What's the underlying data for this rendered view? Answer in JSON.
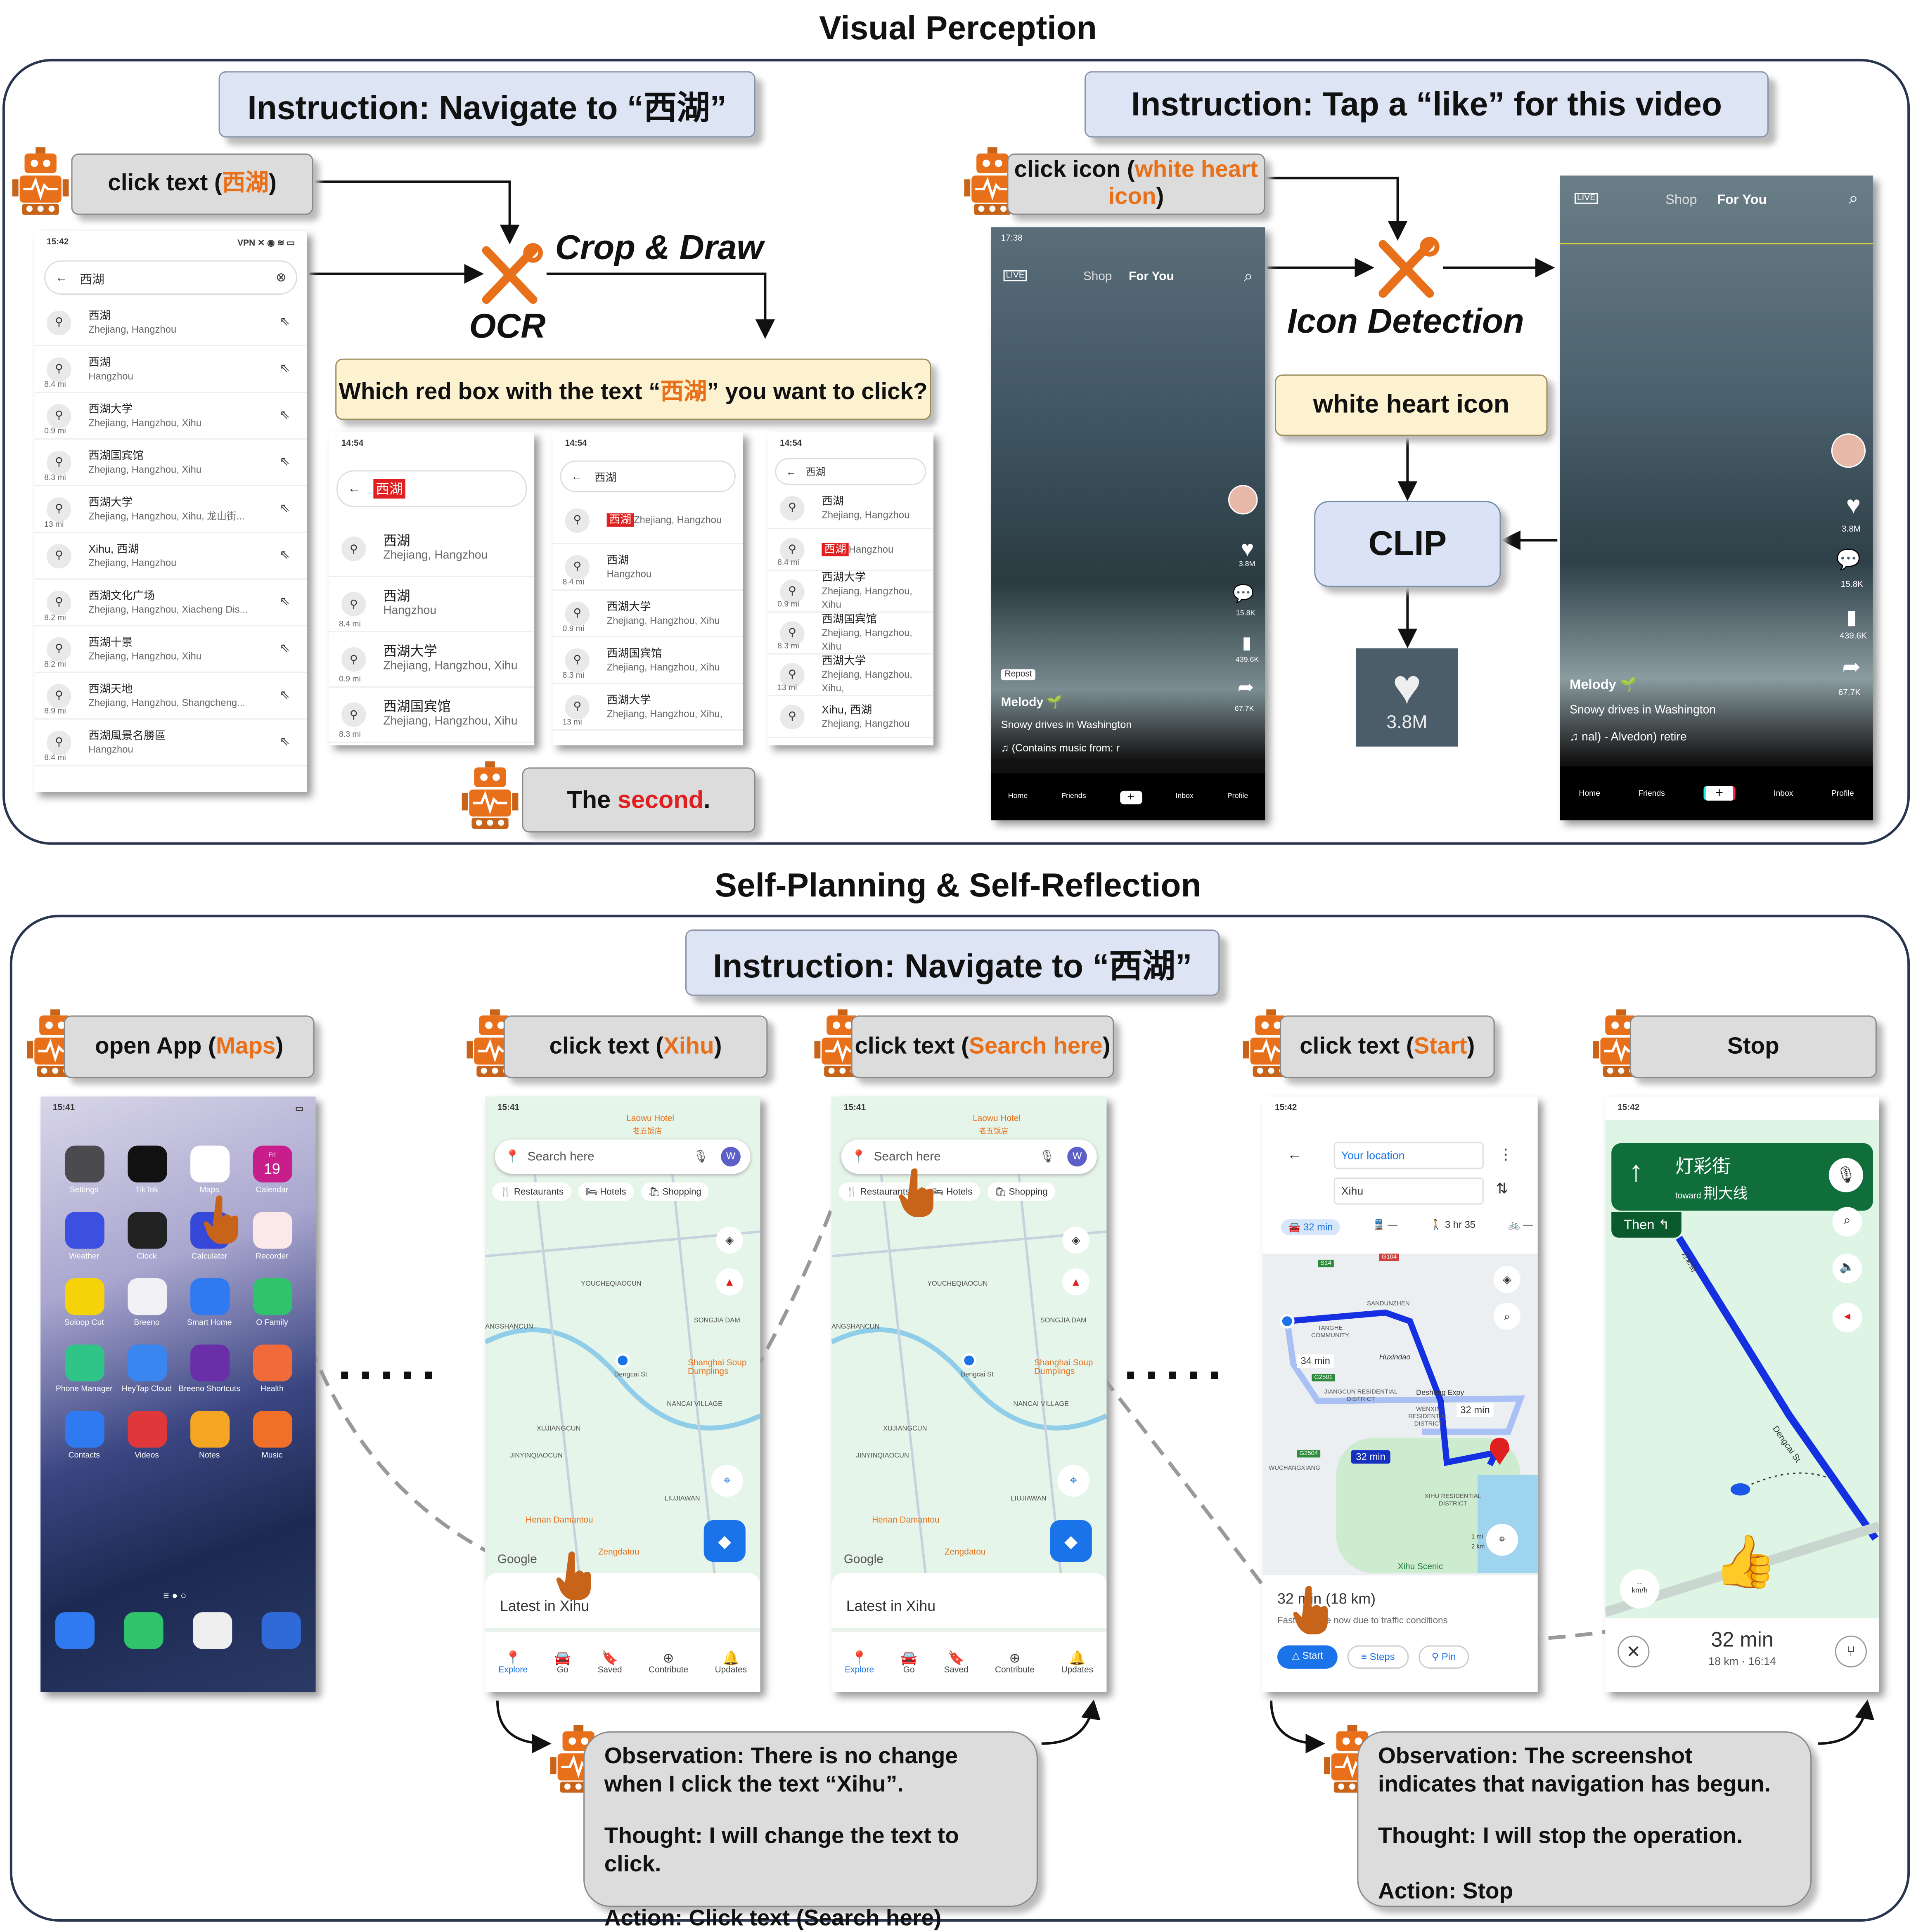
{
  "sections": {
    "top_title": "Visual Perception",
    "bottom_title": "Self-Planning & Self-Reflection"
  },
  "colors": {
    "accent": "#e8701a",
    "highlight_red": "#e02020",
    "instruction_box": "#dde4f3",
    "action_box": "#dcdcdc",
    "tool_box": "#fdf2cf",
    "panel_border": "#2a3550"
  },
  "vp_left": {
    "instruction": "Instruction: Navigate to “西湖”",
    "action_prefix": "click text (",
    "action_target": "西湖",
    "action_suffix": ")",
    "tool_label_top": "Crop & Draw",
    "tool_label_bottom": "OCR",
    "question_prefix": "Which red box with the text “",
    "question_target": "西湖",
    "question_suffix": "” you want to click?",
    "answer_prefix": "The ",
    "answer_target": "second",
    "answer_suffix": ".",
    "screen": {
      "time": "15:42",
      "status": "VPN ✕ ◉ ≋ ▭",
      "query": "西湖",
      "results": [
        {
          "name": "西湖",
          "addr": "Zhejiang, Hangzhou",
          "dist": ""
        },
        {
          "name": "西湖",
          "addr": "Hangzhou",
          "dist": "8.4 mi"
        },
        {
          "name": "西湖大学",
          "addr": "Zhejiang, Hangzhou, Xihu",
          "dist": "0.9 mi"
        },
        {
          "name": "西湖国宾馆",
          "addr": "Zhejiang, Hangzhou, Xihu",
          "dist": "8.3 mi"
        },
        {
          "name": "西湖大学",
          "addr": "Zhejiang, Hangzhou, Xihu, 龙山街...",
          "dist": "13 mi"
        },
        {
          "name": "Xihu, 西湖",
          "addr": "Zhejiang, Hangzhou",
          "dist": ""
        },
        {
          "name": "西湖文化广场",
          "addr": "Zhejiang, Hangzhou, Xiacheng Dis...",
          "dist": "8.2 mi"
        },
        {
          "name": "西湖十景",
          "addr": "Zhejiang, Hangzhou, Xihu",
          "dist": "8.2 mi"
        },
        {
          "name": "西湖天地",
          "addr": "Zhejiang, Hangzhou, Shangcheng...",
          "dist": "8.9 mi"
        },
        {
          "name": "西湖風景名勝區",
          "addr": "Hangzhou",
          "dist": "8.4 mi"
        }
      ]
    },
    "crops": [
      {
        "time": "14:54",
        "query": "西湖",
        "marked": "西湖",
        "results": [
          {
            "name": "西湖",
            "addr": "Zhejiang, Hangzhou",
            "dist": ""
          },
          {
            "name": "西湖",
            "addr": "Hangzhou",
            "dist": "8.4 mi"
          },
          {
            "name": "西湖大学",
            "addr": "Zhejiang, Hangzhou, Xihu",
            "dist": "0.9 mi"
          },
          {
            "name": "西湖国宾馆",
            "addr": "Zhejiang, Hangzhou, Xihu",
            "dist": "8.3 mi"
          }
        ]
      },
      {
        "time": "14:54",
        "query": "西湖",
        "marked": "西湖",
        "results": [
          {
            "name": "西湖",
            "addr": "Zhejiang, Hangzhou",
            "dist": ""
          },
          {
            "name": "西湖",
            "addr": "Hangzhou",
            "dist": "8.4 mi"
          },
          {
            "name": "西湖大学",
            "addr": "Zhejiang, Hangzhou, Xihu",
            "dist": "0.9 mi"
          },
          {
            "name": "西湖国宾馆",
            "addr": "Zhejiang, Hangzhou, Xihu",
            "dist": "8.3 mi"
          },
          {
            "name": "西湖大学",
            "addr": "Zhejiang, Hangzhou, Xihu,",
            "dist": "13 mi"
          }
        ]
      },
      {
        "time": "14:54",
        "query": "西湖",
        "marked": "西湖",
        "results": [
          {
            "name": "西湖",
            "addr": "Zhejiang, Hangzhou",
            "dist": ""
          },
          {
            "name": "西湖",
            "addr": "Hangzhou",
            "dist": "8.4 mi"
          },
          {
            "name": "西湖大学",
            "addr": "Zhejiang, Hangzhou, Xihu",
            "dist": "0.9 mi"
          },
          {
            "name": "西湖国宾馆",
            "addr": "Zhejiang, Hangzhou, Xihu",
            "dist": "8.3 mi"
          },
          {
            "name": "西湖大学",
            "addr": "Zhejiang, Hangzhou, Xihu,",
            "dist": "13 mi"
          },
          {
            "name": "Xihu, 西湖",
            "addr": "Zhejiang, Hangzhou",
            "dist": ""
          }
        ]
      }
    ]
  },
  "vp_right": {
    "instruction": "Instruction: Tap a “like” for this video",
    "action_prefix": "click icon (",
    "action_target": "white heart icon",
    "action_suffix": ")",
    "tool_label": "Icon Detection",
    "detected": "white heart icon",
    "model": "CLIP",
    "crop_count": "3.8M",
    "tiktok": {
      "time": "17:38",
      "tabs": [
        "Shop",
        "For You"
      ],
      "live": "LIVE",
      "repost": "Repost",
      "author": "Melody 🌱",
      "caption": "Snowy drives in Washington",
      "music": "♫ (Contains music from: r",
      "music2": "♫ nal) - Alvedon)   retire",
      "counts": [
        "3.8M",
        "15.8K",
        "439.6K",
        "67.7K"
      ],
      "nav": [
        "Home",
        "Friends",
        "+",
        "Inbox",
        "Profile"
      ]
    }
  },
  "sp": {
    "instruction": "Instruction: Navigate to “西湖”",
    "steps": [
      {
        "prefix": "open App (",
        "target": "Maps",
        "suffix": ")"
      },
      {
        "prefix": "click text (",
        "target": "Xihu",
        "suffix": ")"
      },
      {
        "prefix": "click text (",
        "target": "Search here",
        "suffix": ")"
      },
      {
        "prefix": "click text (",
        "target": "Start",
        "suffix": ")"
      },
      {
        "prefix": "Stop",
        "target": "",
        "suffix": ""
      }
    ],
    "home": {
      "time": "15:41",
      "calendar_day": "Fri",
      "calendar_date": "19",
      "apps": [
        {
          "label": "Settings",
          "color": "#4a4a4f"
        },
        {
          "label": "TikTok",
          "color": "#111"
        },
        {
          "label": "Maps",
          "color": "#fff"
        },
        {
          "label": "Calendar",
          "color": "#c81e8c"
        },
        {
          "label": "Weather",
          "color": "#3d4fe0"
        },
        {
          "label": "Clock",
          "color": "#222"
        },
        {
          "label": "Calculator",
          "color": "#3548d8"
        },
        {
          "label": "Recorder",
          "color": "#fbe8e8"
        },
        {
          "label": "Soloop Cut",
          "color": "#f5d20a"
        },
        {
          "label": "Breeno",
          "color": "#f0f0f5"
        },
        {
          "label": "Smart Home",
          "color": "#2f7af0"
        },
        {
          "label": "O Family",
          "color": "#2fc46c"
        },
        {
          "label": "Phone Manager",
          "color": "#2fc488"
        },
        {
          "label": "HeyTap Cloud",
          "color": "#3a86f0"
        },
        {
          "label": "Breeno Shortcuts",
          "color": "#6a2fa8"
        },
        {
          "label": "Health",
          "color": "#f06a3a"
        },
        {
          "label": "Contacts",
          "color": "#2f7af0"
        },
        {
          "label": "Videos",
          "color": "#e0383a"
        },
        {
          "label": "Notes",
          "color": "#f5a623"
        },
        {
          "label": "Music",
          "color": "#f0702a"
        }
      ],
      "dock": [
        {
          "label": "",
          "color": "#2f7af0"
        },
        {
          "label": "",
          "color": "#2fc46c"
        },
        {
          "label": "",
          "color": "#eee"
        },
        {
          "label": "",
          "color": "#2f6ad8"
        }
      ]
    },
    "maps": {
      "time": "15:41",
      "search": "Search here",
      "chips": [
        "Restaurants",
        "Hotels",
        "Shopping"
      ],
      "latest": "Latest in Xihu",
      "google": "Google",
      "places": [
        "Laowu Hotel",
        "老五饭店",
        "YOUCHEQIAOCUN",
        "SONGJIA DAM",
        "Shanghai Soup Dumplings",
        "NANCAI VILLAGE",
        "XUJIANGCUN",
        "JINYINQIAOCUN",
        "Henan Damantou",
        "Zengdatou",
        "LIUJIAWAN",
        "ANGSHANCUN",
        "Dengcai St"
      ],
      "nav": [
        "Explore",
        "Go",
        "Saved",
        "Contribute",
        "Updates"
      ]
    },
    "route": {
      "time": "15:42",
      "from": "Your location",
      "to": "Xihu",
      "modes": [
        "32 min",
        "—",
        "3 hr 35",
        "—"
      ],
      "labels": [
        "S14",
        "G104",
        "G2501",
        "G2504",
        "TANGHE COMMUNITY",
        "SANDUNZHEN",
        "Huxindao",
        "JIANGCUN RESIDENTIAL DISTRICT",
        "Desheng Expy",
        "WENXIN RESIDENTIAL DISTRICT",
        "WUCHANGXIANG",
        "XIHU RESIDENTIAL DISTRICT",
        "Xihu Scenic",
        "1 mi",
        "2 km"
      ],
      "alt1": "34 min",
      "alt2": "32 min",
      "best": "32 min",
      "summary": "32 min (18 km)",
      "note": "Fastest route now due to traffic conditions",
      "buttons": [
        "Start",
        "Steps",
        "Pin"
      ]
    },
    "nav_screen": {
      "time": "15:42",
      "street": "灯彩街",
      "toward": "toward",
      "toward_name": "荆大线",
      "then": "Then",
      "road": "灯彩街",
      "road2": "Dengcai St",
      "speed": "km/h",
      "eta": "32 min",
      "detail": "18 km · 16:14"
    },
    "obs1": {
      "observation": "Observation: There is no change when I click the text “Xihu”.",
      "thought": "Thought: I will change the text to click.",
      "action": "Action: Click text (Search here)"
    },
    "obs2": {
      "observation": "Observation: The screenshot indicates that navigation has begun.",
      "thought": "Thought: I will stop the operation.",
      "action": "Action: Stop"
    }
  }
}
